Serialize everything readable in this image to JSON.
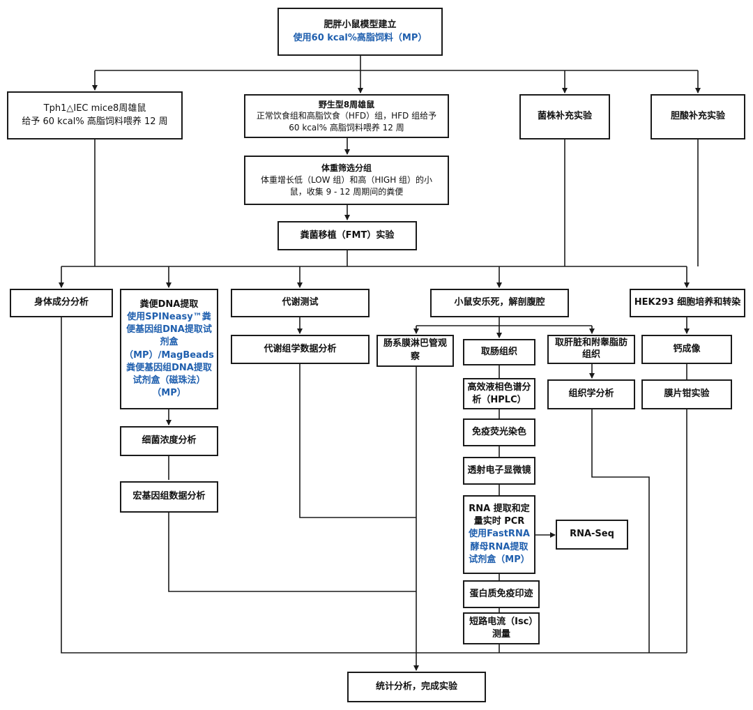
{
  "nodes": {
    "model": {
      "title": "肥胖小鼠模型建立",
      "sub": "使用60 kcal%高脂饲料（MP）"
    },
    "tph1": {
      "line1": "Tph1△IEC mice8周雄鼠",
      "line2": "给予 60 kcal% 高脂饲料喂养 12 周"
    },
    "wild": {
      "title": "野生型8周雄鼠",
      "line1": "正常饮食组和高脂饮食（HFD）组，HFD 组给予",
      "line2": "60 kcal% 高脂饲料喂养 12 周"
    },
    "strain": {
      "title": "菌株补充实验"
    },
    "bile": {
      "title": "胆酸补充实验"
    },
    "weight": {
      "title": "体重筛选分组",
      "line1": "体重增长低（LOW 组）和高（HIGH 组）的小",
      "line2": "鼠，收集 9 - 12 周期间的粪便"
    },
    "fmt": {
      "title": "粪菌移植（FMT）实验"
    },
    "body": {
      "title": "身体成分分析"
    },
    "dna": {
      "title": "粪便DNA提取",
      "sub": "使用SPINeasy™粪便基因组DNA提取试剂盒（MP）/MagBeads粪便基因组DNA提取试剂盒（磁珠法）（MP）"
    },
    "metab": {
      "title": "代谢测试"
    },
    "euth": {
      "title": "小鼠安乐死，解剖腹腔"
    },
    "hek": {
      "title": "HEK293 细胞培养和转染"
    },
    "metabdata": {
      "title": "代谢组学数据分析"
    },
    "lymph": {
      "title": "肠系膜淋巴管观察"
    },
    "intestine": {
      "title": "取肠组织"
    },
    "liver": {
      "title": "取肝脏和附睾脂肪组织"
    },
    "calcium": {
      "title": "钙成像"
    },
    "hplc": {
      "title": "高效液相色谱分析（HPLC）"
    },
    "histo": {
      "title": "组织学分析"
    },
    "patch": {
      "title": "膜片钳实验"
    },
    "bact": {
      "title": "细菌浓度分析"
    },
    "if": {
      "title": "免疫荧光染色"
    },
    "tem": {
      "title": "透射电子显微镜"
    },
    "meta": {
      "title": "宏基因组数据分析"
    },
    "rna": {
      "title": "RNA 提取和定量实时 PCR",
      "sub": "使用FastRNA 酵母RNA提取试剂盒（MP）"
    },
    "rnaseq": {
      "title": "RNA-Seq"
    },
    "wb": {
      "title": "蛋白质免疫印迹"
    },
    "isc": {
      "title": "短路电流（Isc）测量"
    },
    "stats": {
      "title": "统计分析，完成实验"
    }
  },
  "colors": {
    "border": "#1a1a1a",
    "accent": "#1f5fae",
    "line": "#1a1a1a"
  }
}
